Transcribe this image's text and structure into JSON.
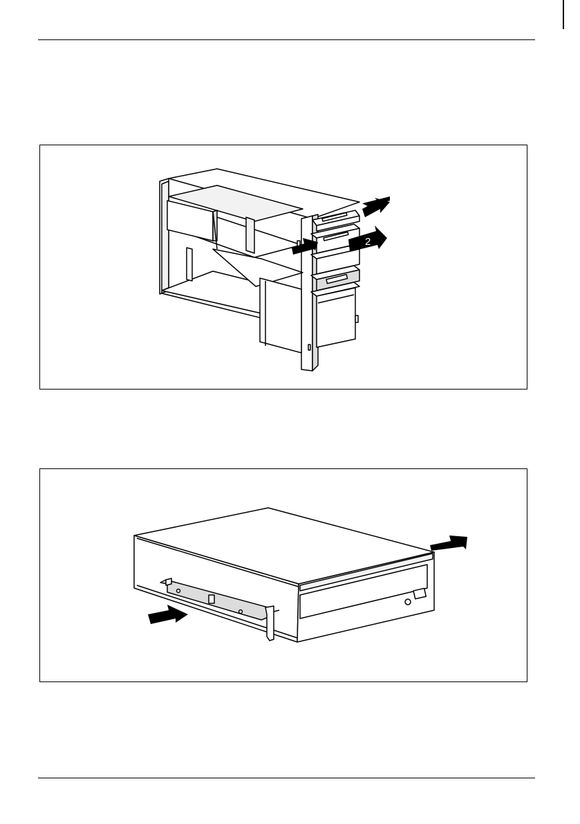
{
  "figure_1": {
    "description_role": "pc-chassis-drive-bay-removal",
    "callouts": [
      "2"
    ]
  },
  "figure_2": {
    "description_role": "optical-drive-rail-removal"
  },
  "colors": {
    "line": "#000000",
    "fill_light": "#f2f2f2",
    "fill_mid": "#dcdcdc",
    "page": "#ffffff"
  },
  "icons": [
    "arrow-push-icon",
    "arrow-pull-icon"
  ]
}
